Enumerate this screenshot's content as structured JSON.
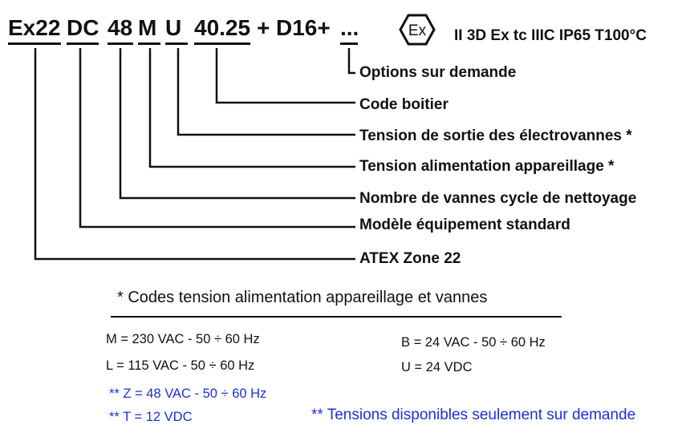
{
  "code": {
    "seg1": "Ex22",
    "seg2": "DC",
    "seg3": "48",
    "seg4": "M",
    "seg5": "U",
    "seg6": "40.25",
    "seg7": "+",
    "seg8": "D16+",
    "seg9": "..."
  },
  "certification": {
    "logo_icon": "ex-atex-hexagon-icon",
    "logo_text": "Ex",
    "marking": "II 3D Ex tc IIIC IP65 T100°C"
  },
  "labels": [
    "Options sur demande",
    "Code boitier",
    "Tension de sortie des électrovannes *",
    "Tension alimentation appareillage *",
    "Nombre de vannes cycle de nettoyage",
    "Modèle équipement standard",
    "ATEX Zone 22"
  ],
  "notes": {
    "title": "* Codes tension alimentation appareillage et vannes",
    "left": [
      "M = 230 VAC - 50 ÷ 60 Hz",
      "L = 115 VAC - 50 ÷ 60 Hz"
    ],
    "right": [
      "B = 24 VAC - 50 ÷ 60 Hz",
      "U = 24 VDC"
    ],
    "on_request": [
      "** Z = 48 VAC - 50 ÷ 60 Hz",
      "** T = 12 VDC"
    ],
    "on_request_note": "** Tensions disponibles seulement sur demande"
  },
  "colors": {
    "text": "#111111",
    "on_request": "#1d2fd6"
  }
}
